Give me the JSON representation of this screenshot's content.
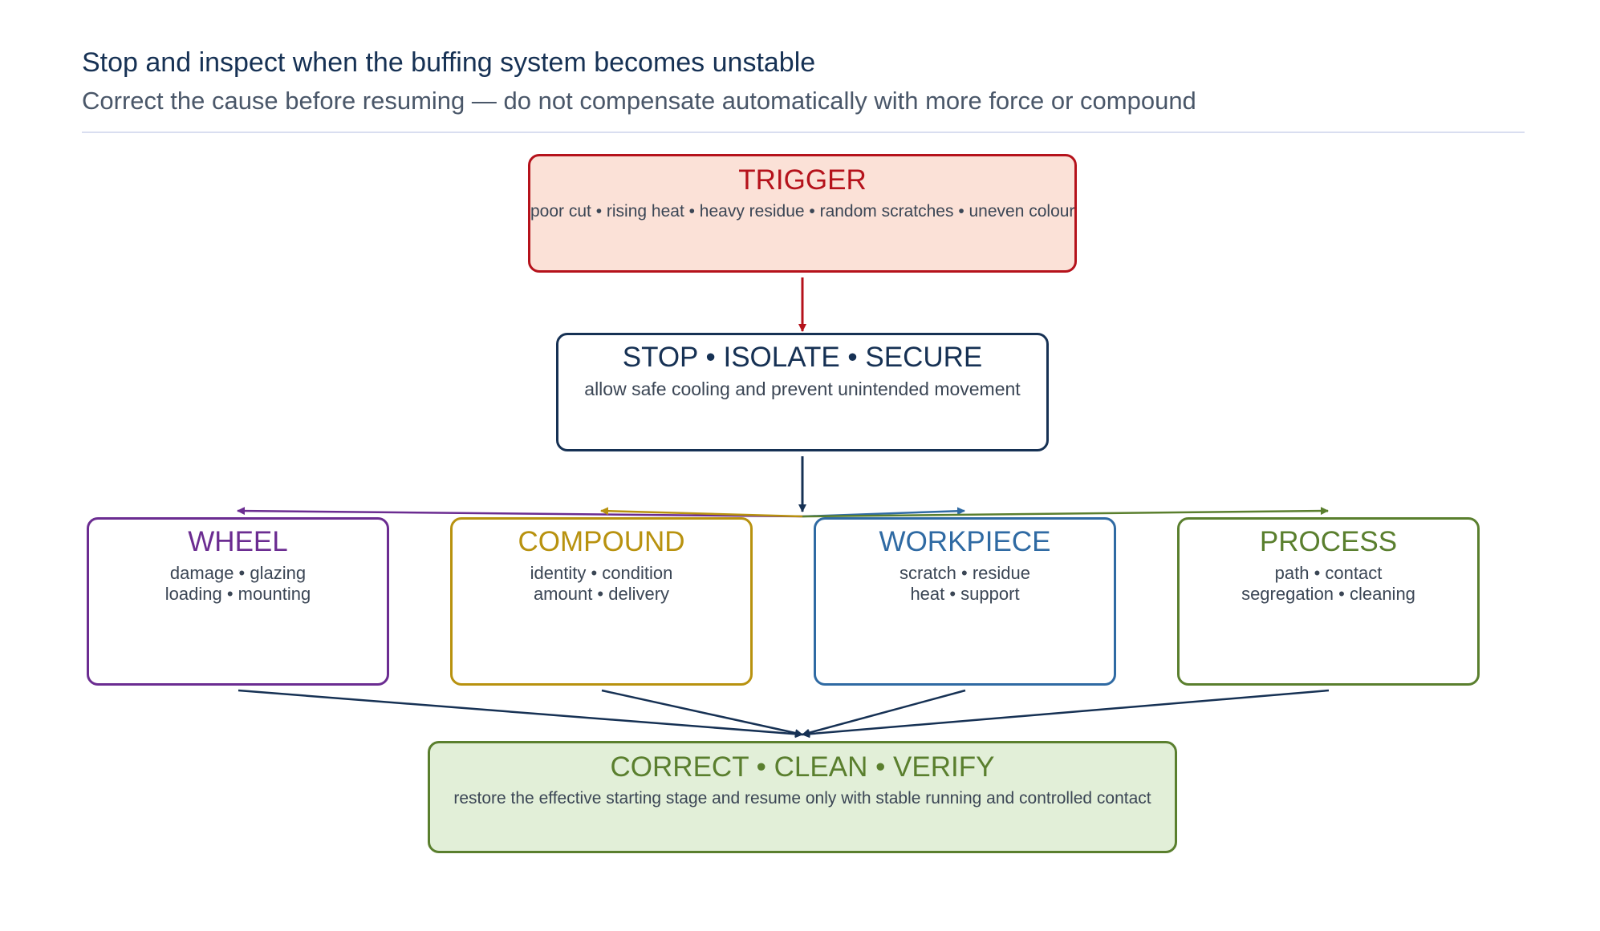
{
  "header": {
    "title": "Stop and inspect when the buffing system becomes unstable",
    "subtitle": "Correct the cause before resuming — do not compensate automatically with more force or compound"
  },
  "trigger": {
    "title": "TRIGGER",
    "desc": "poor cut • rising heat • heavy residue • random scratches • uneven colour"
  },
  "stop": {
    "title": "STOP • ISOLATE • SECURE",
    "desc": "allow safe cooling and prevent unintended movement"
  },
  "categories": [
    {
      "title": "WHEEL",
      "line1": "damage • glazing",
      "line2": "loading • mounting"
    },
    {
      "title": "COMPOUND",
      "line1": "identity • condition",
      "line2": "amount • delivery"
    },
    {
      "title": "WORKPIECE",
      "line1": "scratch • residue",
      "line2": "heat • support"
    },
    {
      "title": "PROCESS",
      "line1": "path • contact",
      "line2": "segregation • cleaning"
    }
  ],
  "correct": {
    "title": "CORRECT • CLEAN • VERIFY",
    "desc": "restore the effective starting stage and resume only with stable running and controlled contact"
  },
  "colors": {
    "navy": "#163154",
    "trigger_red": "#b5121b",
    "wheel_purple": "#6b2c91",
    "compound_gold": "#b8920f",
    "workpiece_blue": "#2f6aa3",
    "process_green": "#5a7f2e"
  }
}
